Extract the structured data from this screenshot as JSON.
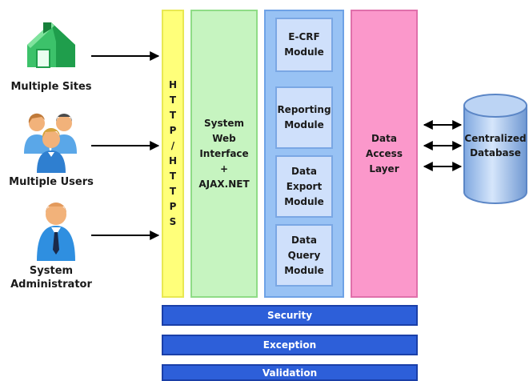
{
  "actors": [
    {
      "label": "Multiple Sites",
      "icon": "house-icon"
    },
    {
      "label": "Multiple Users",
      "icon": "users-group-icon"
    },
    {
      "label_line1": "System",
      "label_line2": "Administrator",
      "icon": "administrator-icon"
    }
  ],
  "http_layer": {
    "letters": [
      "H",
      "T",
      "T",
      "P",
      "/",
      "H",
      "T",
      "T",
      "P",
      "S"
    ]
  },
  "web_interface": {
    "lines": [
      "System",
      "Web",
      "Interface",
      "+",
      "AJAX.NET"
    ]
  },
  "modules": [
    {
      "lines": [
        "E-CRF",
        "Module"
      ]
    },
    {
      "lines": [
        "Reporting",
        "Module"
      ]
    },
    {
      "lines": [
        "Data",
        "Export",
        "Module"
      ]
    },
    {
      "lines": [
        "Data",
        "Query",
        "Module"
      ]
    }
  ],
  "data_access_layer": {
    "lines": [
      "Data",
      "Access",
      "Layer"
    ]
  },
  "database": {
    "lines": [
      "Centralized",
      "Database"
    ]
  },
  "cross_cutting": {
    "security": "Security",
    "exception": "Exception",
    "validation": "Validation"
  },
  "colors": {
    "http_layer": "#ffff7a",
    "web_interface": "#c6f4c0",
    "modules_container": "#98c2f4",
    "module_box": "#cfe0fb",
    "data_access_layer": "#fb98cb",
    "cross_cutting_bar": "#2d5fd9",
    "database": "#a9c8f0"
  }
}
